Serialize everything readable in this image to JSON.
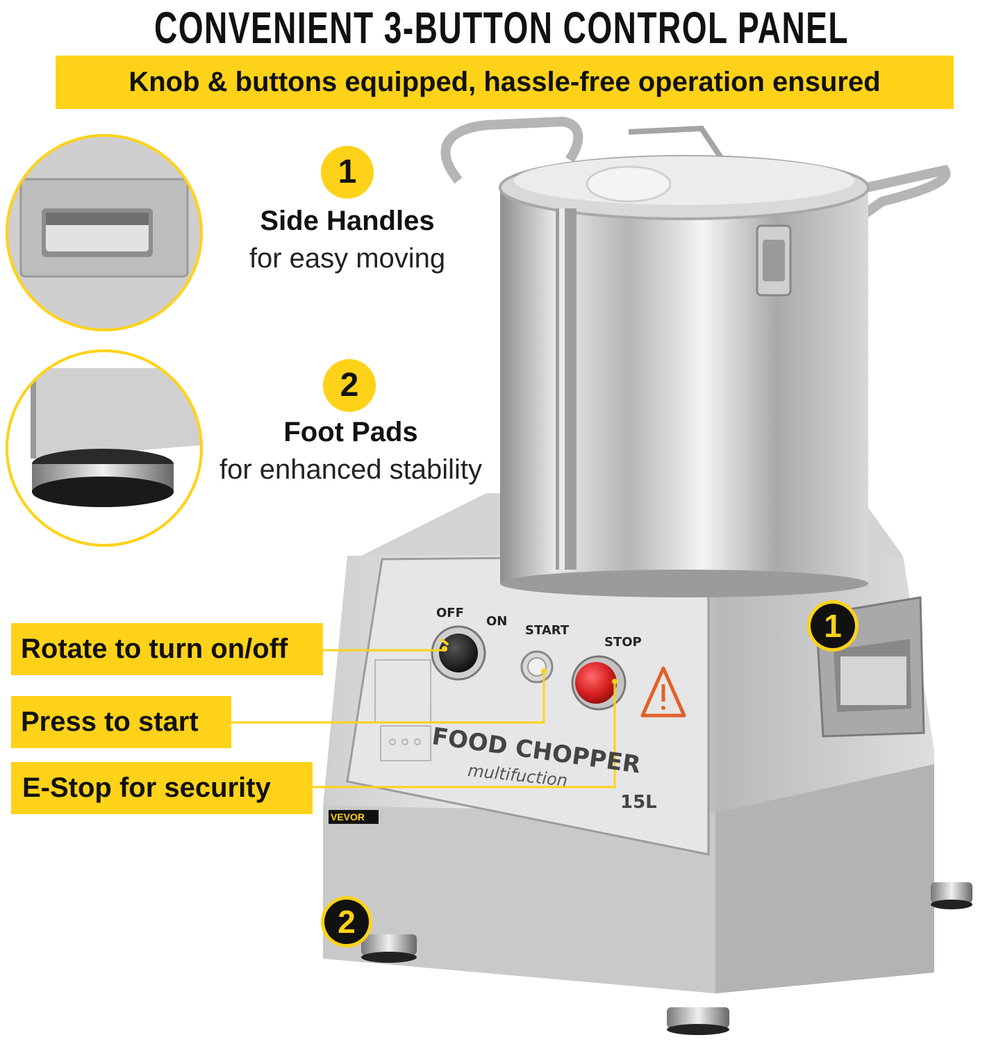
{
  "header": {
    "title": "CONVENIENT 3-BUTTON CONTROL PANEL",
    "subtitle": "Knob & buttons equipped, hassle-free operation ensured"
  },
  "features": [
    {
      "number": "1",
      "title": "Side Handles",
      "subtitle": "for easy moving"
    },
    {
      "number": "2",
      "title": "Foot Pads",
      "subtitle": "for enhanced stability"
    }
  ],
  "callouts": [
    {
      "label": "Rotate to turn on/off"
    },
    {
      "label": "Press to start"
    },
    {
      "label": "E-Stop for security"
    }
  ],
  "markers": {
    "handle": "1",
    "foot": "2"
  },
  "panel": {
    "off": "OFF",
    "on": "ON",
    "start": "START",
    "stop": "STOP",
    "product_name": "FOOD CHOPPER",
    "product_sub": "multifuction",
    "capacity": "15L",
    "brand": "VEVOR"
  },
  "colors": {
    "accent": "#FFD21A",
    "text": "#111111",
    "steel": "#c9c9c9"
  }
}
